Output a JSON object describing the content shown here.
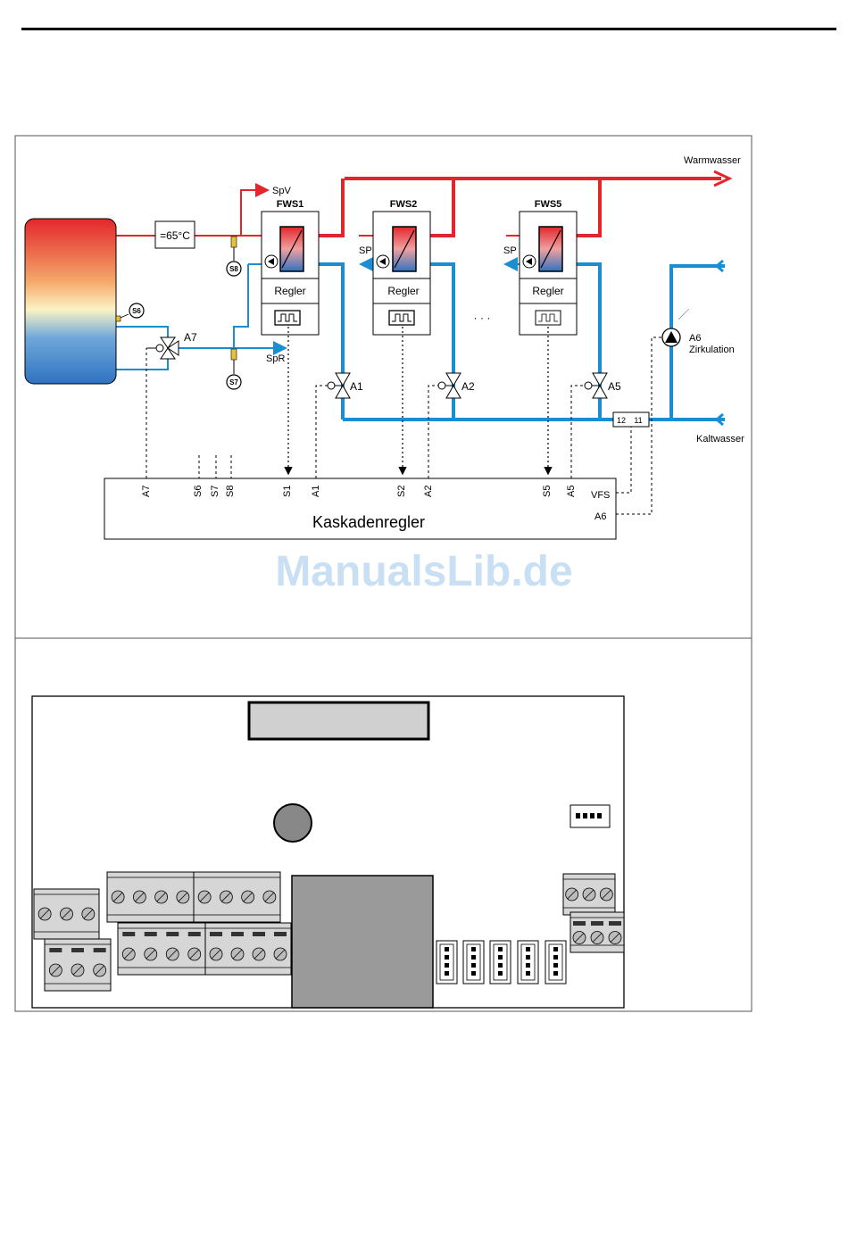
{
  "labels": {
    "warmwasser": "Warmwasser",
    "kaltwasser": "Kaltwasser",
    "spv": "SpV",
    "spr": "SpR",
    "temp": "=65°C",
    "fws1": "FWS1",
    "fws2": "FWS2",
    "fws5": "FWS5",
    "regler": "Regler",
    "sp": "SP",
    "dots": "· · ·",
    "s6": "S6",
    "s7": "S7",
    "s8": "S8",
    "a1": "A1",
    "a2": "A2",
    "a5": "A5",
    "a6": "A6",
    "a7": "A7",
    "zirkulation": "Zirkulation",
    "box_12": "12",
    "box_11": "11",
    "controller": "Kaskadenregler",
    "vfs": "VFS",
    "watermark": "ManualsLib.de"
  },
  "controller_terminals": [
    "A7",
    "S6",
    "S7",
    "S8",
    "S1",
    "A1",
    "S2",
    "A2",
    "S5",
    "A5"
  ],
  "colors": {
    "hot": "#e3262b",
    "cold": "#1a8ed0",
    "board": "#aaaaaa",
    "watermark": "#c9dff4"
  }
}
